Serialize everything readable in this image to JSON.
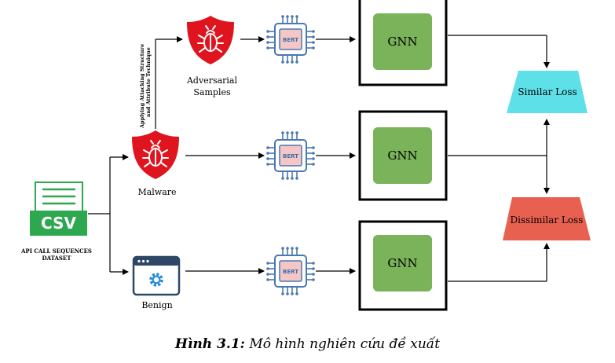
{
  "dataset": {
    "icon_text": "CSV",
    "label_line1": "API CALL SEQUENCES",
    "label_line2": "DATASET"
  },
  "nodes": {
    "malware": "Malware",
    "benign": "Benign",
    "adversarial_line1": "Adversarial",
    "adversarial_line2": "Samples",
    "attack_line1": "Applying Attacking Structure",
    "attack_line2": "and Attribute Technique",
    "bert": "BERT",
    "gnn": "GNN"
  },
  "losses": {
    "similar": "Similar Loss",
    "dissimilar": "Dissimilar Loss"
  },
  "caption": {
    "prefix": "Hình 3.1:",
    "text": "Mô hình nghiên cứu đề xuất"
  },
  "colors": {
    "csv_green": "#2ea84f",
    "shield_red": "#e0141e",
    "gnn_green": "#7ab35a",
    "similar_cyan": "#5ee0e8",
    "dissimilar_red": "#e8604f",
    "chip_blue": "#4a78b0",
    "chip_pink": "#f5c6c6"
  }
}
